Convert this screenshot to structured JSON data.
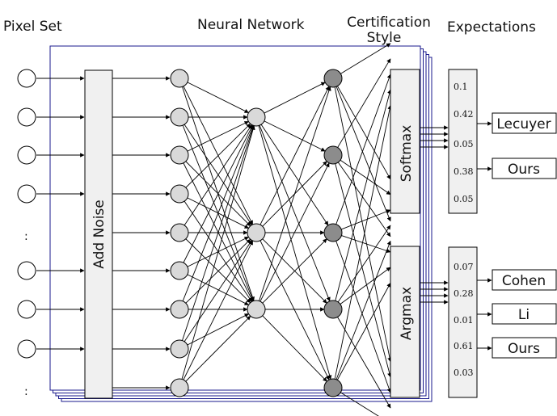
{
  "headers": {
    "pixel_set": "Pixel Set",
    "neural_network": "Neural Network",
    "certification_style": [
      "Certification",
      "Style"
    ],
    "expectations": "Expectations"
  },
  "blocks": {
    "noise": "Add Noise",
    "softmax": "Softmax",
    "argmax": "Argmax"
  },
  "ellipsis": ":",
  "softmax_values": [
    "0.1",
    "0.42",
    "0.05",
    "0.38",
    "0.05"
  ],
  "argmax_values": [
    "0.07",
    "0.28",
    "0.01",
    "0.61",
    "0.03"
  ],
  "softmax_methods": [
    "Lecuyer",
    "Ours"
  ],
  "argmax_methods": [
    "Cohen",
    "Li",
    "Ours"
  ],
  "colors": {
    "stack_border": "#1a1a8c",
    "block_fill": "#f0f0f0",
    "hidden_fill": "#d9d9d9",
    "dark_fill": "#8c8c8c",
    "line": "#000000"
  }
}
